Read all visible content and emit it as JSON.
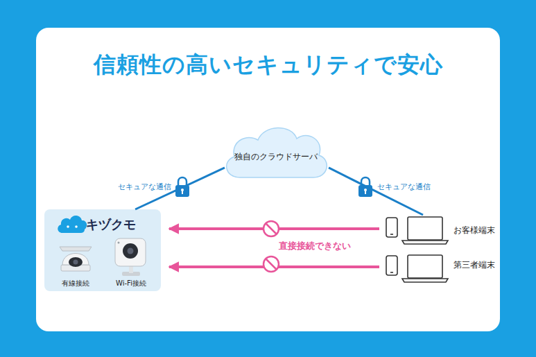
{
  "diagram": {
    "title": "信頼性の高いセキュリティで安心",
    "nodes": [
      {
        "text": [
          "独自のクラウドサーバ"
        ]
      },
      {
        "text": [
          "キヅクモ"
        ]
      },
      {
        "text": [
          "有線接続"
        ],
        "in": 1
      },
      {
        "text": [
          "Wi-Fi接続"
        ],
        "in": 1
      },
      {
        "text": [
          "お客様端末"
        ]
      },
      {
        "text": [
          "第三者端末"
        ]
      }
    ],
    "edges": [
      {
        "from": 1,
        "to": 0,
        "arrow": "none",
        "label": "セキュアな通信"
      },
      {
        "from": 0,
        "to": 4,
        "arrow": "none",
        "label": "セキュアな通信"
      },
      {
        "from": 4,
        "to": 1,
        "arrow": "to"
      },
      {
        "from": 5,
        "to": 1,
        "arrow": "to"
      }
    ],
    "labels": [
      "直接接続できない"
    ]
  }
}
